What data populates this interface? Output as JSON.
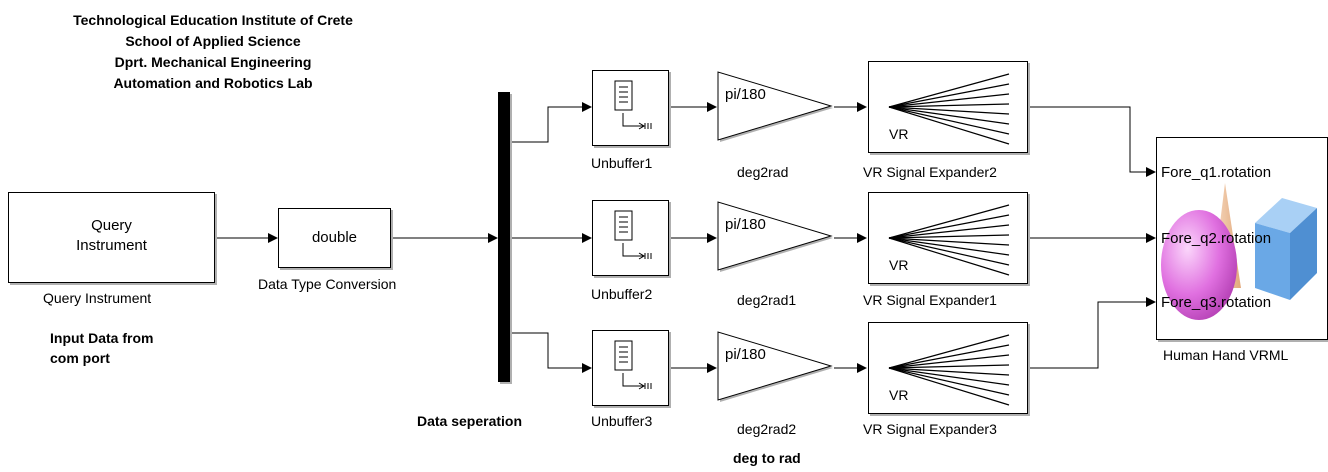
{
  "header": {
    "line1": "Technological Education Institute of Crete",
    "line2": "School of Applied Science",
    "line3": "Dprt. Mechanical Engineering",
    "line4": "Automation and Robotics Lab"
  },
  "query_block": {
    "text1": "Query",
    "text2": "Instrument",
    "caption": "Query Instrument"
  },
  "conversion_block": {
    "text": "double",
    "caption": "Data Type Conversion"
  },
  "notes": {
    "input_line1": "Input Data from",
    "input_line2": "com port",
    "demux": "Data seperation",
    "gain": "deg to rad"
  },
  "unbuffers": [
    {
      "caption": "Unbuffer1"
    },
    {
      "caption": "Unbuffer2"
    },
    {
      "caption": "Unbuffer3"
    }
  ],
  "gains": [
    {
      "text": "pi/180",
      "caption": "deg2rad"
    },
    {
      "text": "pi/180",
      "caption": "deg2rad1"
    },
    {
      "text": "pi/180",
      "caption": "deg2rad2"
    }
  ],
  "expanders": [
    {
      "text": "VR",
      "caption": "VR Signal Expander2"
    },
    {
      "text": "VR",
      "caption": "VR Signal Expander1"
    },
    {
      "text": "VR",
      "caption": "VR Signal Expander3"
    }
  ],
  "vrml_block": {
    "caption": "Human Hand VRML",
    "ports": [
      "Fore_q1.rotation",
      "Fore_q2.rotation",
      "Fore_q3.rotation"
    ]
  },
  "colors": {
    "wire": "#000000",
    "sphere": "#e070e0",
    "cube": "#6aa8e6",
    "cone": "#f2c49a"
  },
  "icons": {
    "unbuffer": "unbuffer-icon",
    "expander": "signal-expander-icon"
  }
}
